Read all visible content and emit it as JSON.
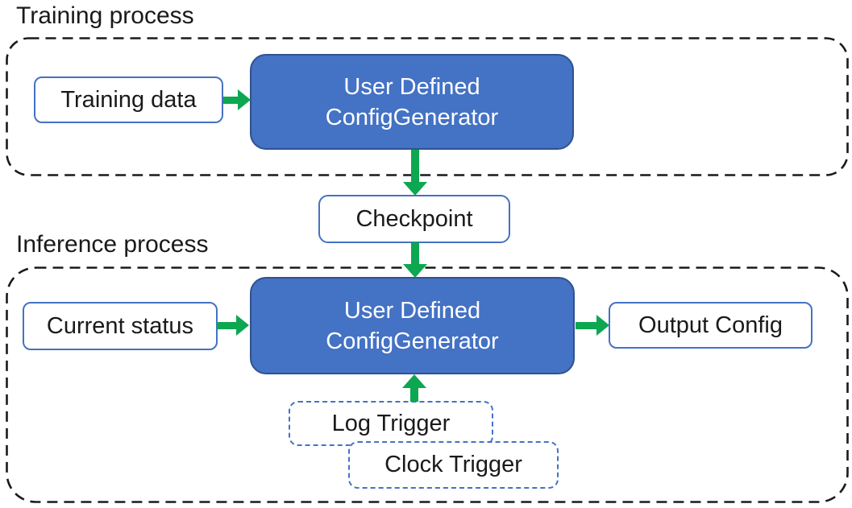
{
  "colors": {
    "generator_fill": "#4472c4",
    "generator_border": "#2f528f",
    "io_box_border": "#4472c4",
    "trigger_border": "#4472c4",
    "arrow_green": "#0ca750",
    "frame_dash": "#1a1a1a",
    "text_dark": "#1a1a1a",
    "text_light": "#ffffff"
  },
  "training_section": {
    "label": "Training process",
    "training_data_box": "Training data",
    "generator_box": {
      "line1": "User Defined",
      "line2": "ConfigGenerator"
    }
  },
  "checkpoint_box": "Checkpoint",
  "inference_section": {
    "label": "Inference process",
    "current_status_box": "Current status",
    "generator_box": {
      "line1": "User Defined",
      "line2": "ConfigGenerator"
    },
    "output_config_box": "Output Config",
    "log_trigger_box": "Log Trigger",
    "clock_trigger_box": "Clock Trigger"
  },
  "connections": [
    {
      "from": "Training data",
      "to": "User Defined ConfigGenerator (training)",
      "direction": "right"
    },
    {
      "from": "User Defined ConfigGenerator (training)",
      "to": "Checkpoint",
      "direction": "down"
    },
    {
      "from": "Checkpoint",
      "to": "User Defined ConfigGenerator (inference)",
      "direction": "down"
    },
    {
      "from": "Current status",
      "to": "User Defined ConfigGenerator (inference)",
      "direction": "right"
    },
    {
      "from": "User Defined ConfigGenerator (inference)",
      "to": "Output Config",
      "direction": "right"
    },
    {
      "from": "Log Trigger / Clock Trigger",
      "to": "User Defined ConfigGenerator (inference)",
      "direction": "up"
    }
  ]
}
